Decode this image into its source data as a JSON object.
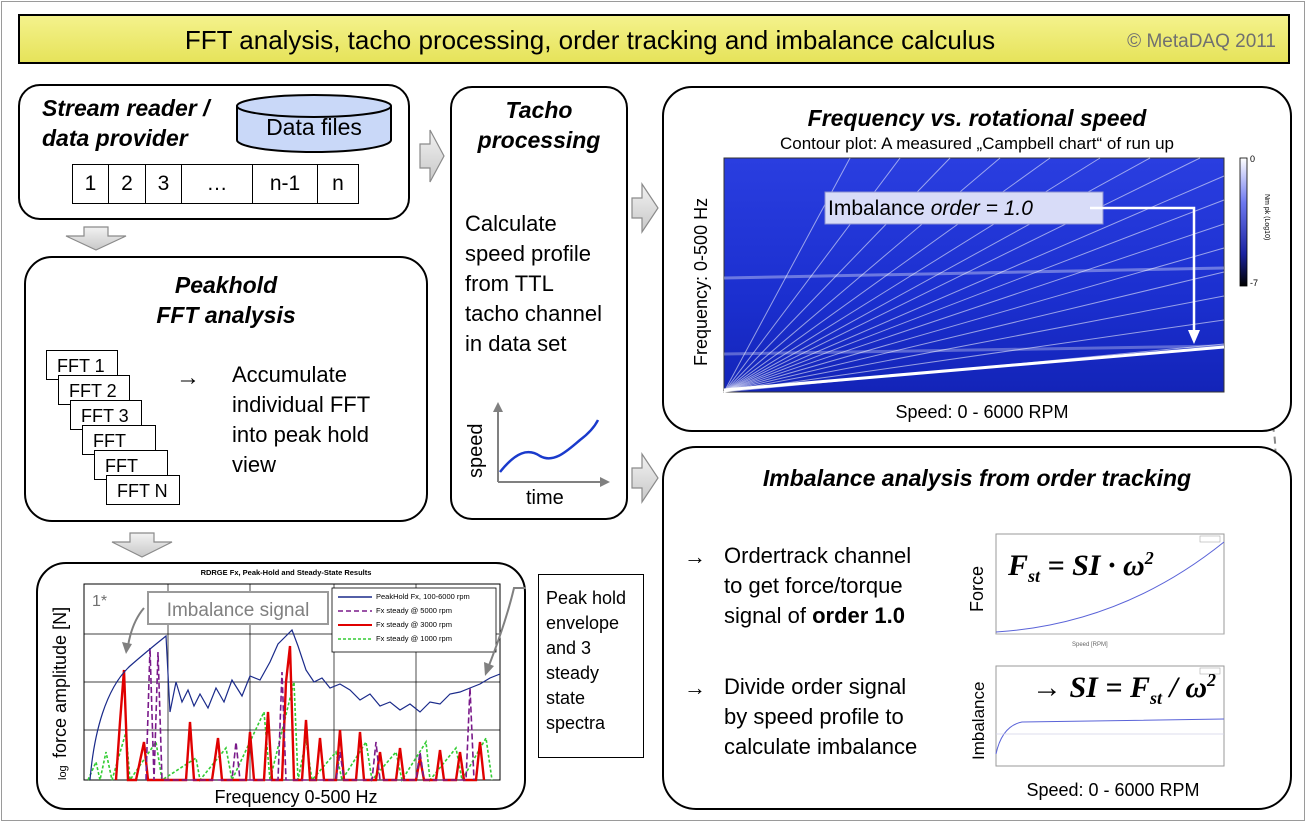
{
  "banner": {
    "title": "FFT analysis, tacho processing, order tracking and imbalance calculus",
    "copyright": "© MetaDAQ 2011"
  },
  "stream_reader": {
    "title_line1": "Stream reader /",
    "title_line2": "data provider",
    "datafiles": "Data files",
    "cells": [
      "1",
      "2",
      "3",
      "…",
      "n-1",
      "n"
    ]
  },
  "peakhold": {
    "title_line1": "Peakhold",
    "title_line2": "FFT analysis",
    "stack": [
      "FFT 1",
      "FFT 2",
      "FFT 3",
      "FFT",
      "FFT",
      "FFT N"
    ],
    "arrow": "→",
    "text_lines": [
      "Accumulate",
      "individual FFT",
      "into peak hold",
      "view"
    ]
  },
  "tacho": {
    "title_line1": "Tacho",
    "title_line2": "processing",
    "text_lines": [
      "Calculate",
      "speed profile",
      "from TTL",
      "tacho channel",
      "in data set"
    ],
    "ylabel": "speed",
    "xlabel": "time"
  },
  "campbell": {
    "title": "Frequency vs. rotational speed",
    "subtitle": "Contour plot: A measured „Campbell chart“ of run up",
    "ylabel": "Frequency: 0-500 Hz",
    "xlabel": "Speed: 0 - 6000 RPM",
    "annotation_prefix": "Imbalance ",
    "annotation_italic": "order = 1.0",
    "colorbar_top": "0",
    "colorbar_bottom": "-7",
    "colorbar_label": "Nm pk (Log10)",
    "colors": {
      "plot_bg": "#1a2fd6",
      "line": "#ffffff"
    }
  },
  "imbalance": {
    "title": "Imbalance analysis from order tracking",
    "step1_arrow": "→",
    "step1_lines": [
      "Ordertrack channel",
      "to get force/torque",
      "signal of "
    ],
    "step1_bold": "order 1.0",
    "step2_arrow": "→",
    "step2_lines": [
      "Divide order signal",
      "by speed profile to",
      "calculate  imbalance"
    ],
    "force_label": "Force",
    "imbalance_label": "Imbalance",
    "formula1_lhs": "F",
    "formula1_sub": "st",
    "formula1_rhs": " = SI · ω",
    "formula1_sup": "2",
    "formula2_arrow": "→",
    "formula2_lhs": " SI = F",
    "formula2_sub": "st",
    "formula2_rhs": " / ω",
    "formula2_sup": "2",
    "xlabel": "Speed: 0 - 6000 RPM"
  },
  "spectrum": {
    "title": "RDRGE Fx, Peak-Hold and Steady-State Results",
    "ylabel_prefix": "log",
    "ylabel": " force amplitude [N]",
    "xlabel": "Frequency 0-500 Hz",
    "marker": "1*",
    "annotation": "Imbalance signal",
    "legend": [
      {
        "label": "PeakHold Fx, 100-6000 rpm",
        "color": "#1a2a8a"
      },
      {
        "label": "Fx steady @ 5000 rpm",
        "color": "#7a1a8a"
      },
      {
        "label": "Fx steady @ 3000 rpm",
        "color": "#e00000"
      },
      {
        "label": "Fx steady @ 1000 rpm",
        "color": "#33cc33"
      }
    ],
    "note_lines": [
      "Peak hold",
      "envelope",
      "and 3",
      "steady",
      "state",
      "spectra"
    ]
  }
}
